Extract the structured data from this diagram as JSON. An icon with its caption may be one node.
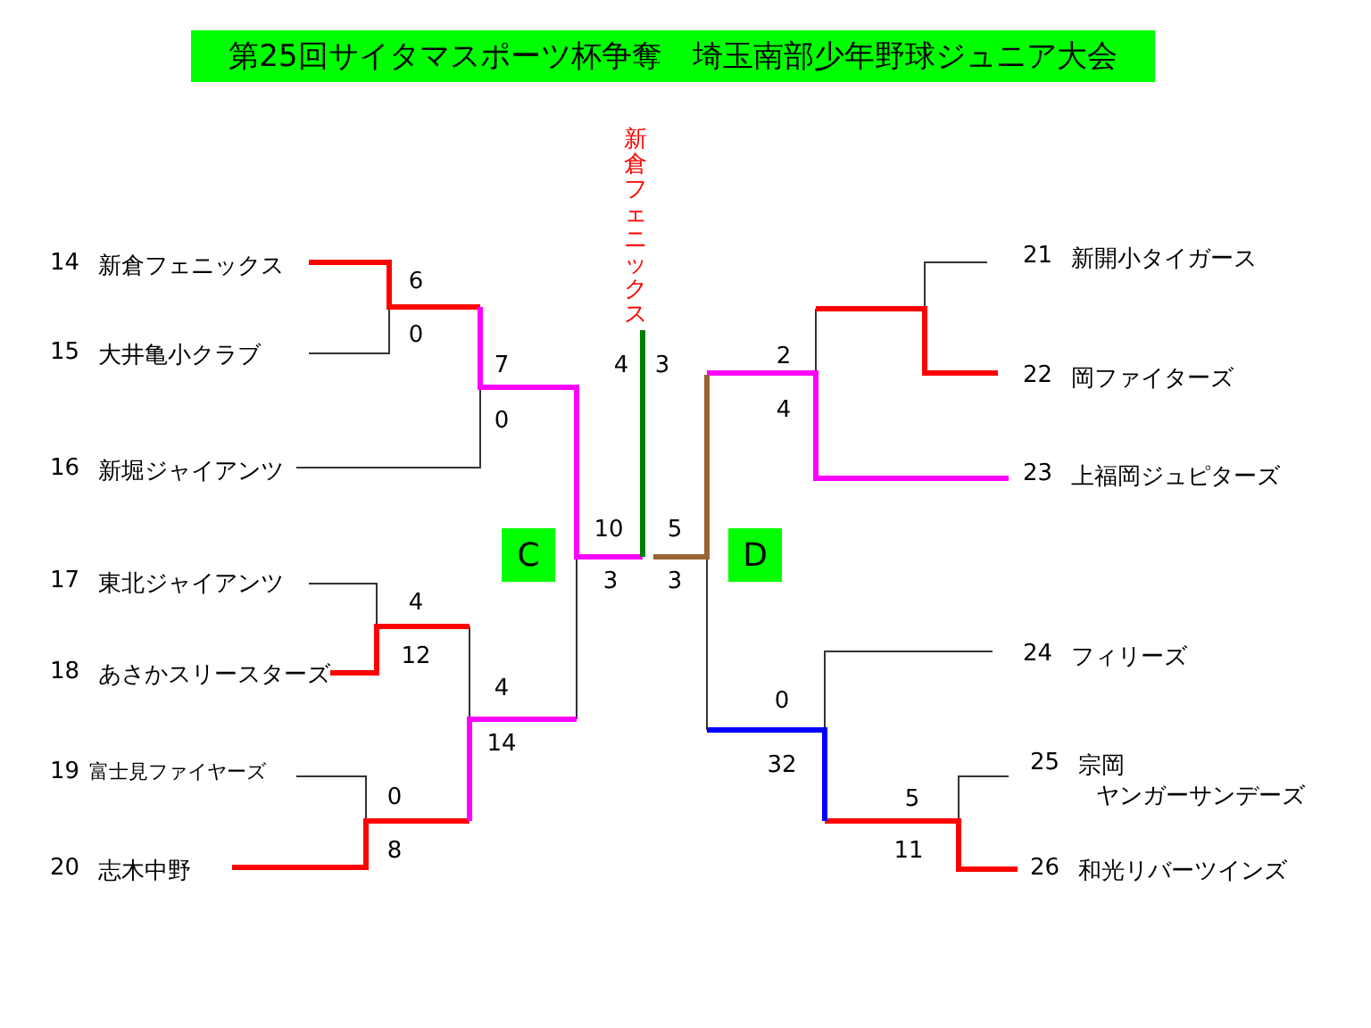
{
  "diagram": {
    "title": "第25回サイタマスポーツ杯争奪　埼玉南部少年野球ジュニア大会",
    "nodes": [
      {
        "text": [
          "14",
          "新倉フェニックス"
        ]
      },
      {
        "text": [
          "15",
          "大井亀小クラブ"
        ]
      },
      {
        "text": [
          "16",
          "新堀ジャイアンツ"
        ]
      },
      {
        "text": [
          "17",
          "東北ジャイアンツ"
        ]
      },
      {
        "text": [
          "18",
          "あさかスリースターズ"
        ]
      },
      {
        "text": [
          "19",
          "富士見ファイヤーズ"
        ]
      },
      {
        "text": [
          "20",
          "志木中野"
        ]
      },
      {
        "text": [
          "21",
          "新開小タイガース"
        ]
      },
      {
        "text": [
          "22",
          "岡ファイターズ"
        ]
      },
      {
        "text": [
          "23",
          "上福岡ジュピターズ"
        ]
      },
      {
        "text": [
          "24",
          "フィリーズ"
        ]
      },
      {
        "text": [
          "25",
          "宗岡",
          "ヤンガーサンデーズ"
        ]
      },
      {
        "text": [
          "26",
          "和光リバーツインズ"
        ]
      },
      {
        "text": [
          "C"
        ]
      },
      {
        "text": [
          "D"
        ]
      }
    ],
    "labels": [
      "新倉フェニックス",
      "6",
      "0",
      "2",
      "7",
      "4",
      "3",
      "4",
      "0",
      "10",
      "5",
      "3",
      "3",
      "4",
      "12",
      "4",
      "0",
      "14",
      "32",
      "0",
      "5",
      "8",
      "11"
    ]
  }
}
